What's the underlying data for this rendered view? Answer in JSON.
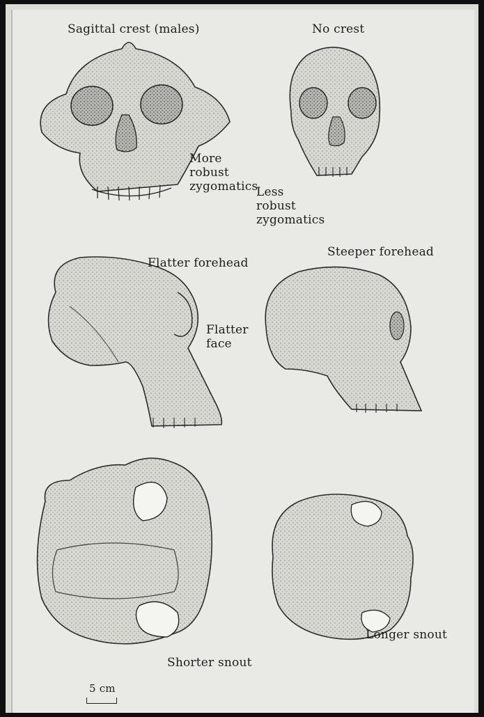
{
  "figure": {
    "skull_1_front": {
      "crest_label": "Sagittal crest (males)",
      "zygomatic_label": "More robust zygomatics"
    },
    "skull_2_front": {
      "crest_label": "No crest",
      "zygomatic_label": "Less robust zygomatics"
    },
    "skull_1_side": {
      "forehead_label": "Flatter forehead",
      "face_label": "Flatter face"
    },
    "skull_2_side": {
      "forehead_label": "Steeper forehead"
    },
    "skull_1_top": {
      "snout_label": "Shorter snout"
    },
    "skull_2_top": {
      "snout_label": "Longer snout"
    },
    "scale_label": "5 cm"
  }
}
